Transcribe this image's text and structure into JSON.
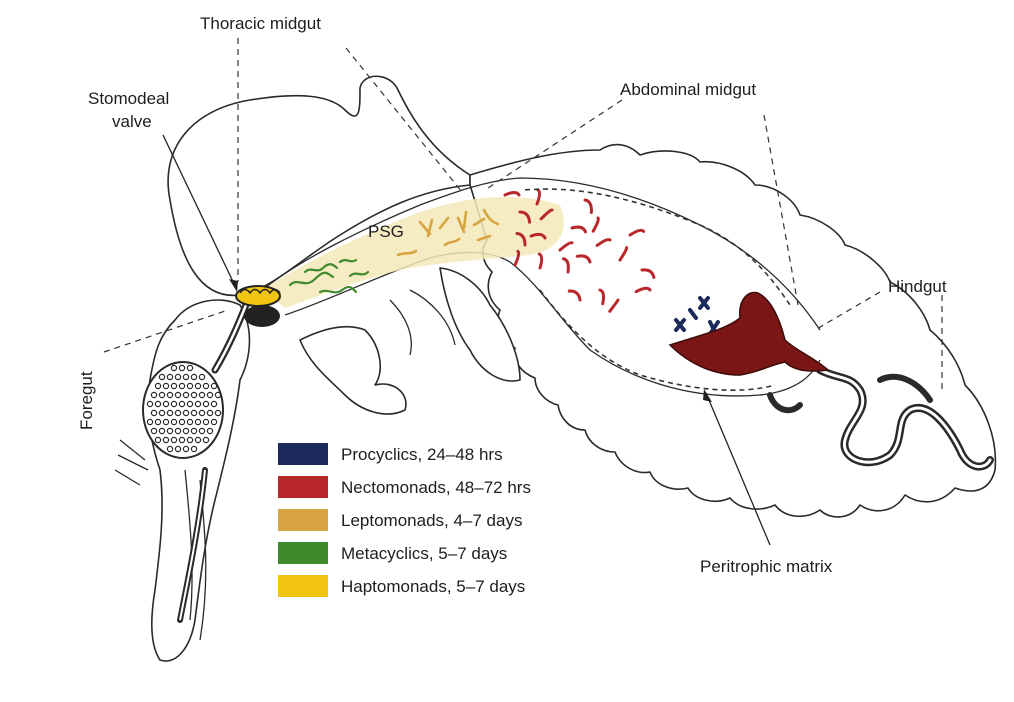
{
  "labels": {
    "thoracic_midgut": "Thoracic midgut",
    "stomodeal_valve_line1": "Stomodeal",
    "stomodeal_valve_line2": "valve",
    "abdominal_midgut": "Abdominal midgut",
    "hindgut": "Hindgut",
    "foregut": "Foregut",
    "psg": "PSG",
    "peritrophic_matrix": "Peritrophic matrix"
  },
  "legend": [
    {
      "label": "Procyclics, 24–48 hrs",
      "color": "#1b2a5a"
    },
    {
      "label": "Nectomonads, 48–72 hrs",
      "color": "#b8282b"
    },
    {
      "label": "Leptomonads, 4–7 days",
      "color": "#d8a441"
    },
    {
      "label": "Metacyclics, 5–7 days",
      "color": "#3f8a2c"
    },
    {
      "label": "Haptomonads, 5–7 days",
      "color": "#f1c40f"
    }
  ]
}
